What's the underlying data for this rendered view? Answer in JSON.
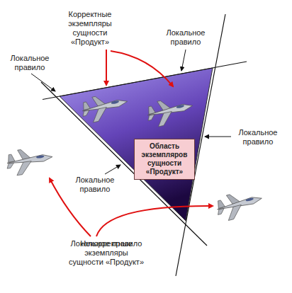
{
  "diagram": {
    "nodes": [
      {
        "text": [
          "Область экземпляров сущности «Продукт»"
        ]
      }
    ],
    "labels": [
      "Корректные экземпляры сущности «Продукт»",
      "Локальное правило",
      "Локальное правило",
      "Локальное правило",
      "Локальное правило",
      "Локальное правило",
      "Некорректные экземпляры сущности «Продукт»"
    ]
  }
}
